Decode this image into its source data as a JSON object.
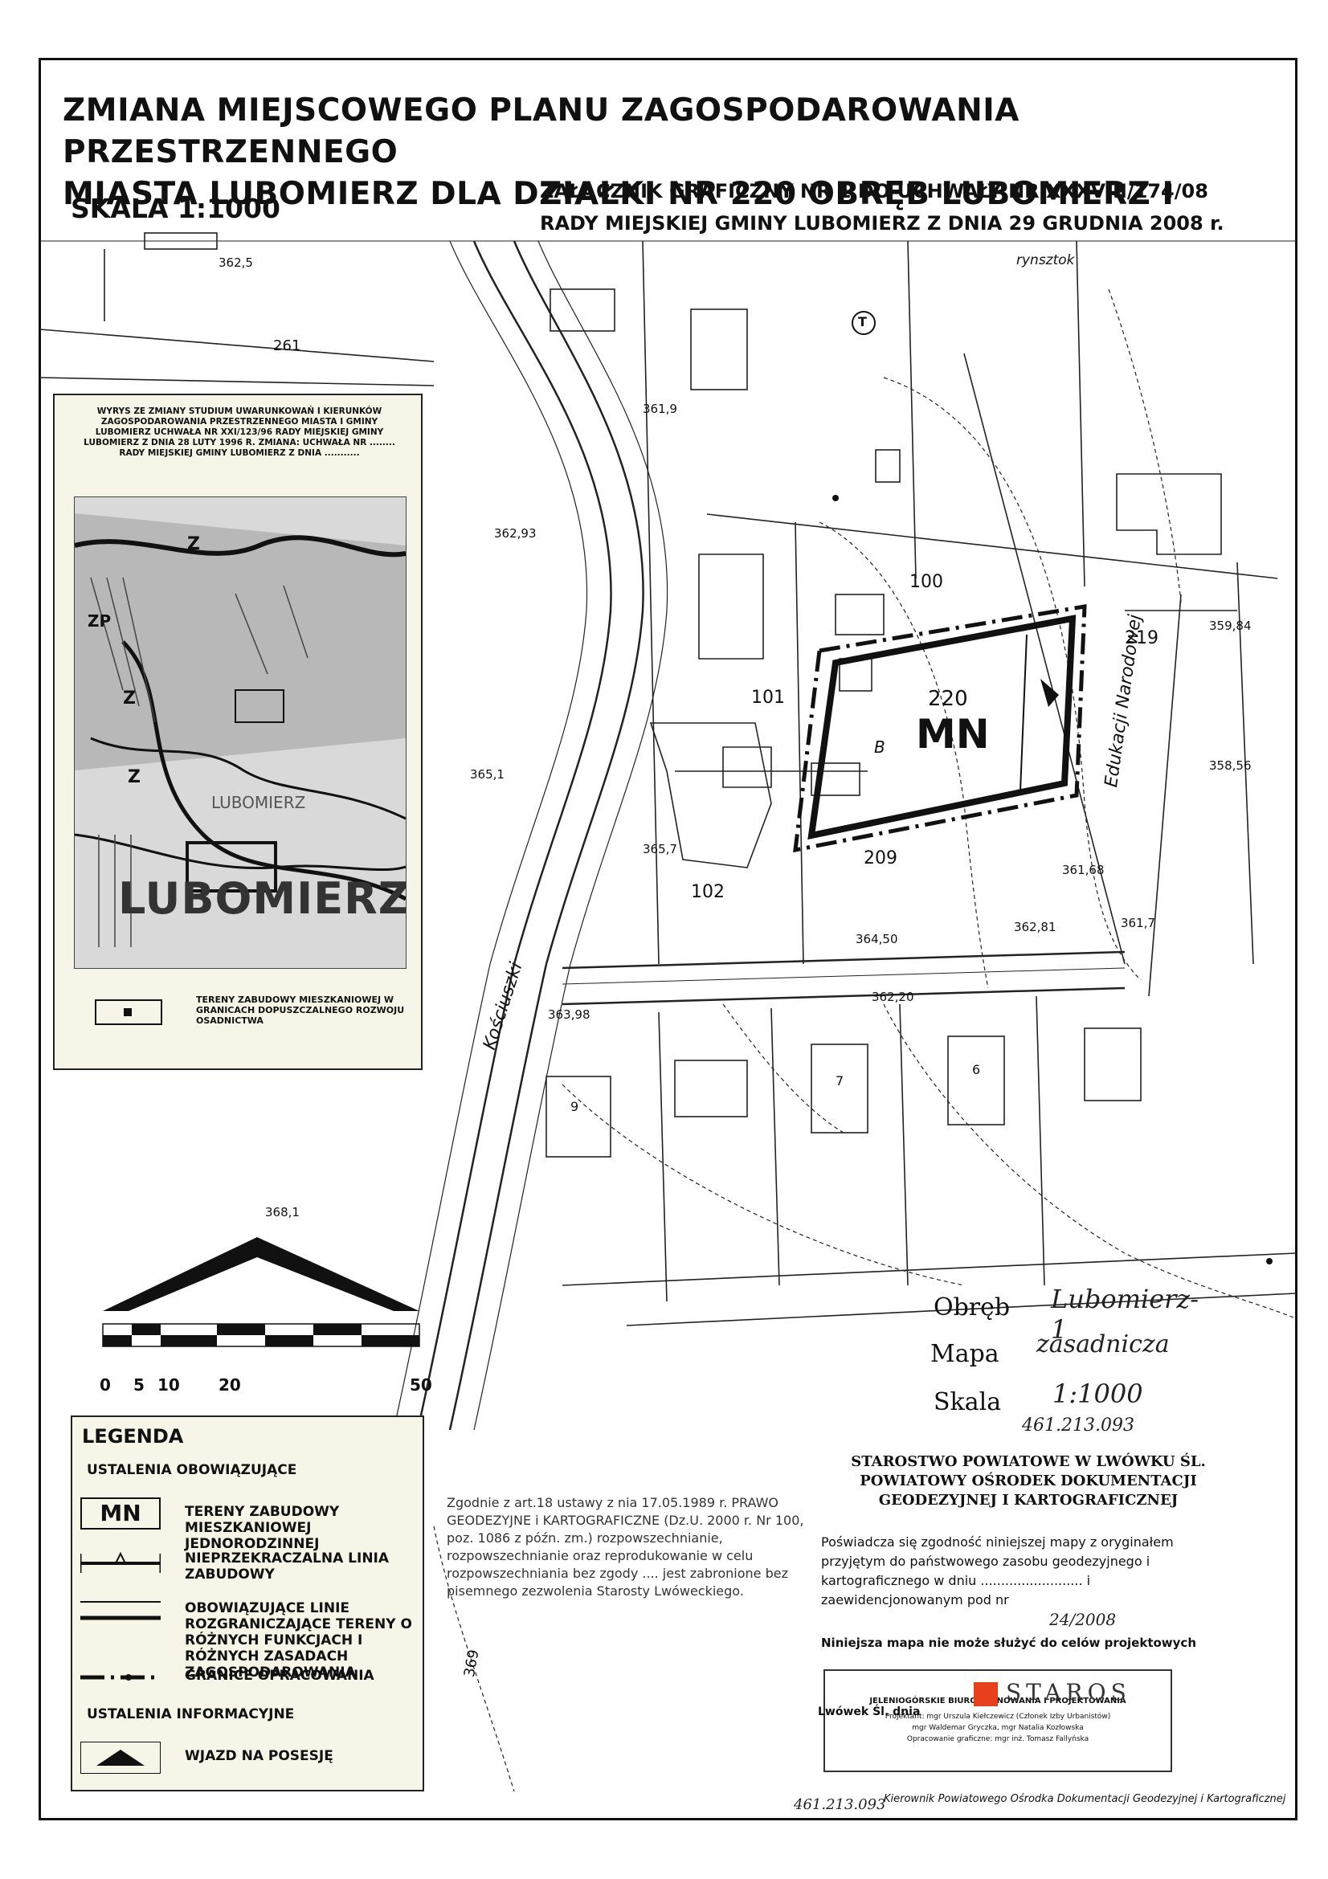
{
  "header": {
    "title_line1": "ZMIANA MIEJSCOWEGO PLANU ZAGOSPODAROWANIA PRZESTRZENNEGO",
    "title_line2": "MIASTA LUBOMIERZ DLA DZIAŁKI NR 220 OBRĘB LUBOMIERZ I",
    "scale": "SKALA 1:1000",
    "annex_line1": "ZAŁĄCZNIK GRAFICZNY NR 1 DO UCHWAŁY NR XXXVIII/174/08",
    "annex_line2": "RADY MIEJSKIEJ GMINY LUBOMIERZ Z DNIA 29 GRUDNIA 2008 r."
  },
  "map": {
    "parcel_number": "220",
    "zone_code": "MN",
    "parcel_letter": "B",
    "parcel_labels": [
      "100",
      "101",
      "102",
      "209",
      "219",
      "261",
      "9",
      "7",
      "6"
    ],
    "street_names": [
      "Edukacji Narodowej",
      "Kościuszki",
      "rynsztok"
    ],
    "heights": [
      "362,5",
      "361,9",
      "362,93",
      "365,1",
      "368,1",
      "365,7",
      "364,50",
      "362,81",
      "361,7",
      "359,84",
      "358,56",
      "361,68",
      "362,20",
      "363,98",
      "369"
    ],
    "icon_circle_letter": "T"
  },
  "inset": {
    "title": "WYRYS ZE ZMIANY STUDIUM UWARUNKOWAŃ I KIERUNKÓW ZAGOSPODAROWANIA PRZESTRZENNEGO MIASTA I GMINY LUBOMIERZ UCHWAŁA NR XXI/123/96 RADY MIEJSKIEJ GMINY LUBOMIERZ Z DNIA 28 LUTY 1996 r. ZMIANA: UCHWAŁA NR ........ RADY MIEJSKIEJ GMINY LUBOMIERZ Z DNIA ...........",
    "zone_labels": [
      "Z",
      "ZP",
      "Z",
      "Z",
      "LUBOMIERZ"
    ],
    "town_name": "LUBOMIERZ",
    "legend_text": "TERENY ZABUDOWY MIESZKANIOWEJ W GRANICACH DOPUSZCZALNEGO ROZWOJU OSADNICTWA"
  },
  "scalebar": {
    "ticks": [
      "0",
      "5",
      "10",
      "20",
      "50"
    ]
  },
  "legend": {
    "title": "LEGENDA",
    "section1": "USTALENIA OBOWIĄZUJĄCE",
    "section2": "USTALENIA INFORMACYJNE",
    "items": [
      {
        "symbol": "MN",
        "label": "TERENY ZABUDOWY MIESZKANIOWEJ JEDNORODZINNEJ"
      },
      {
        "symbol": "",
        "label": "NIEPRZEKRACZALNA LINIA ZABUDOWY"
      },
      {
        "symbol": "",
        "label": "OBOWIĄZUJĄCE LINIE ROZGRANICZAJĄCE TERENY O RÓŻNYCH FUNKCJACH I RÓŻNYCH ZASADACH ZAGOSPODAROWANIA"
      },
      {
        "symbol": "",
        "label": "GRANICE OPRACOWANIA"
      },
      {
        "symbol": "",
        "label": "WJAZD NA POSESJĘ"
      }
    ]
  },
  "title_block": {
    "obreb_label": "Obręb",
    "obreb_value": "Lubomierz-1",
    "mapa_label": "Mapa",
    "mapa_value": "zasadnicza",
    "skala_label": "Skala",
    "skala_value": "1:1000",
    "sheet_number": "461.213.093",
    "sheet_number_bottom": "461.213.093"
  },
  "stamps": {
    "starostwo": "STAROSTWO POWIATOWE W LWÓWKU ŚL. POWIATOWY OŚRODEK DOKUMENTACJI GEODEZYJNEJ I KARTOGRAFICZNEJ",
    "certification": "Poświadcza się zgodność niniejszej mapy z oryginałem przyjętym do państwowego zasobu geodezyjnego i kartograficznego w dniu ......................... i zaewidencjonowanym pod nr",
    "cert_number": "24/2008",
    "law_stamp": "Zgodnie z art.18 ustawy z nia 17.05.1989 r. PRAWO GEODEZYJNE i KARTOGRAFICZNE (Dz.U. 2000 r. Nr 100, poz. 1086 z późn. zm.) rozpowszechnianie, rozpowszechnianie oraz reprodukowanie w celu rozpowszechniania bez zgody .... jest zabronione bez pisemnego zezwolenia Starosty Lwóweckiego.",
    "warning": "Niniejsza mapa nie może służyć do celów projektowych",
    "lwowek": "Lwówek Śl. dnia",
    "designer_header": "JELENIOGÓRSKIE BIURO PLANOWANIA I PROJEKTOWANIA",
    "designer_line1": "Projektant: mgr Urszula Kiełczewicz (Członek Izby Urbanistów)",
    "designer_line2": "mgr Waldemar Gryczka, mgr Natalia Kozłowska",
    "designer_line3": "Opracowanie graficzne: mgr inż. Tomasz Fallyńska",
    "kierownik": "Kierownik Powiatowego Ośrodka Dokumentacji Geodezyjnej i Kartograficznej",
    "stamp_word": "STAROS"
  },
  "colors": {
    "paper": "#ffffff",
    "ink": "#111111",
    "legend_bg": "#f6f5e8",
    "stamp_red": "#e8401c"
  }
}
